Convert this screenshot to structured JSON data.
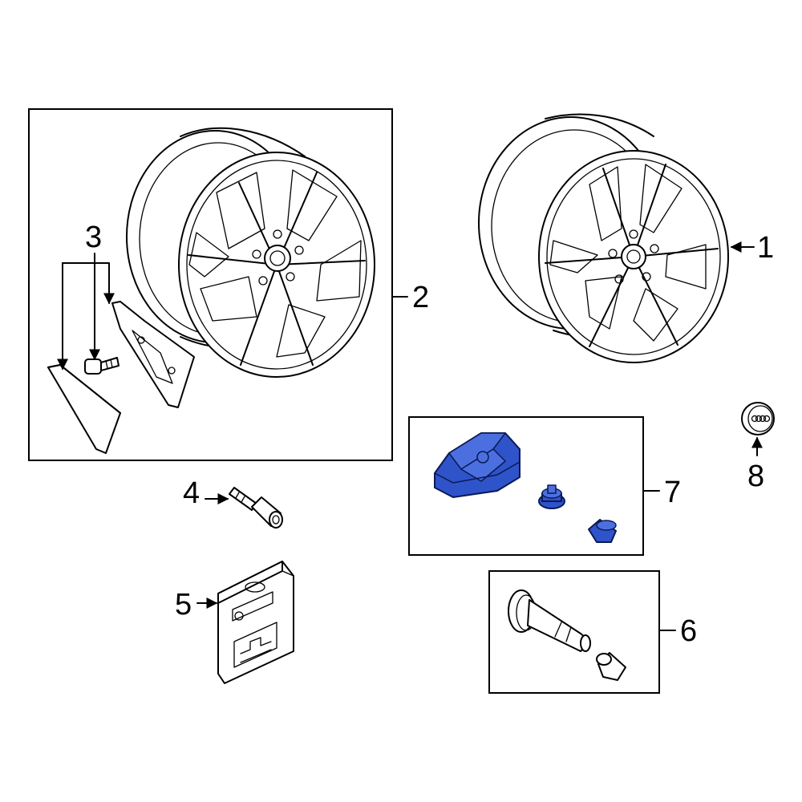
{
  "callouts": {
    "c1": "1",
    "c2": "2",
    "c3": "3",
    "c4": "4",
    "c5": "5",
    "c6": "6",
    "c7": "7",
    "c8": "8"
  },
  "colors": {
    "line": "#000000",
    "highlight_part": "#2f53c9",
    "background": "#ffffff"
  }
}
